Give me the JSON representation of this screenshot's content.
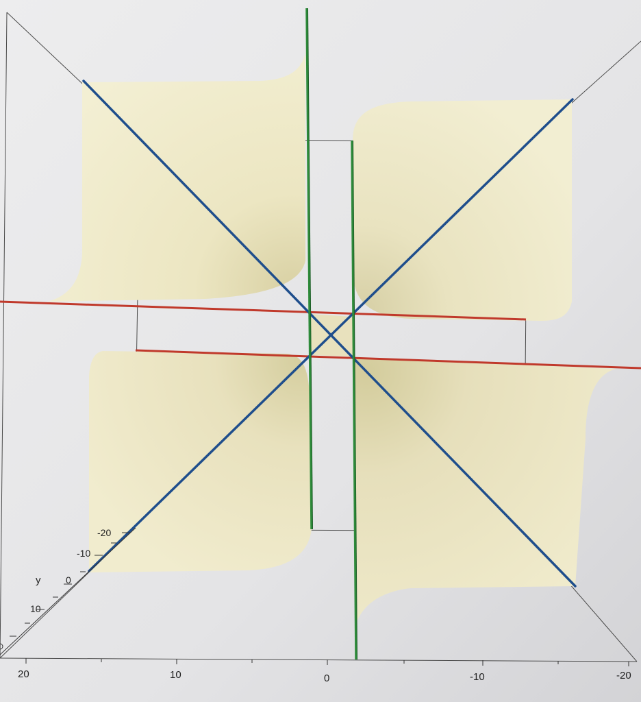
{
  "axes": {
    "x": {
      "label": "",
      "ticks": [
        "20",
        "10",
        "0",
        "-10",
        "-20"
      ]
    },
    "y": {
      "label": "y",
      "ticks": [
        "-20",
        "-10",
        "0",
        "10"
      ]
    }
  },
  "colors": {
    "background": "#e9e9eb",
    "surface": "#f1ecc8",
    "surface_shadow": "#e2dbb2",
    "box": "#4a4a4a",
    "red_line": "#c0392b",
    "green_line": "#2e8b3a",
    "blue_line": "#1f4e8c"
  }
}
